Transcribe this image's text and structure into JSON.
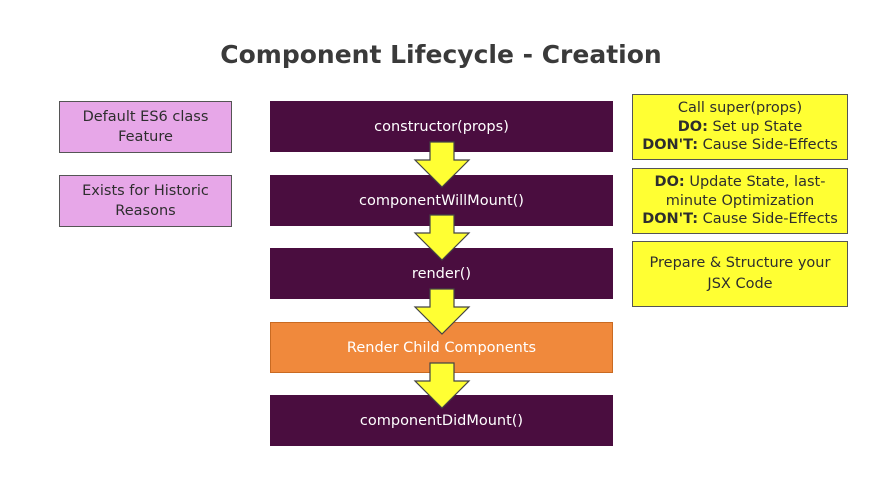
{
  "title": "Component Lifecycle - Creation",
  "stages": [
    {
      "label": "constructor(props)"
    },
    {
      "label": "componentWillMount()"
    },
    {
      "label": "render()"
    },
    {
      "label": "Render Child Components"
    },
    {
      "label": "componentDidMount()"
    }
  ],
  "notes_left": [
    {
      "line1": "Default ES6 class",
      "line2": "Feature"
    },
    {
      "line1": "Exists for Historic",
      "line2": "Reasons"
    }
  ],
  "notes_right": [
    {
      "line1": "Call super(props)",
      "do_label": "DO:",
      "do_text": " Set up State",
      "dont_label": "DON'T:",
      "dont_text": " Cause Side-Effects"
    },
    {
      "do_label": "DO:",
      "do_text": " Update State, last-",
      "line2": "minute Optimization",
      "dont_label": "DON'T:",
      "dont_text": " Cause Side-Effects"
    },
    {
      "line1": "Prepare & Structure your",
      "line2": "JSX Code"
    }
  ],
  "colors": {
    "stage": "#4a0d3f",
    "child_stage": "#f0893c",
    "left_note": "#e7a7e8",
    "right_note": "#ffff33",
    "arrow": "#ffff33"
  }
}
